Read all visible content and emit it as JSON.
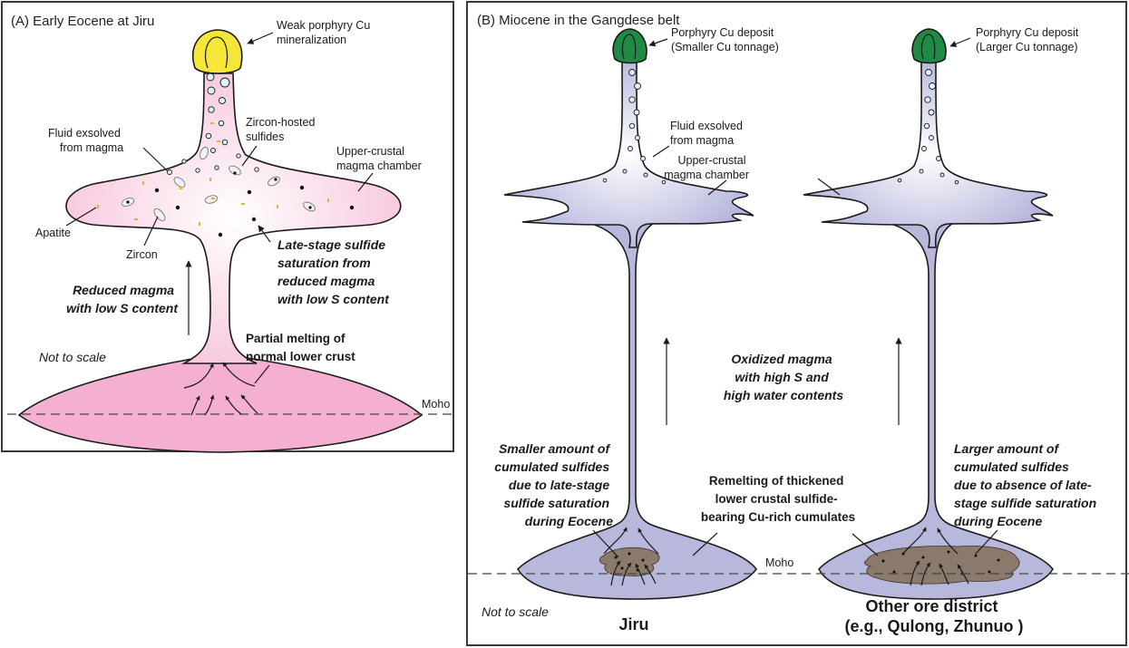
{
  "panel_a": {
    "title": "(A) Early Eocene at Jiru",
    "labels": {
      "mineralization": [
        "Weak porphyry Cu",
        "mineralization"
      ],
      "fluid": [
        "Fluid exsolved",
        "from magma"
      ],
      "zircon_hosted": [
        "Zircon-hosted",
        "sulfides"
      ],
      "chamber": [
        "Upper-crustal",
        "magma chamber"
      ],
      "apatite": "Apatite",
      "zircon": "Zircon",
      "late_stage": [
        "Late-stage sulfide",
        "saturation from",
        "reduced magma",
        "with low S content"
      ],
      "reduced_magma": [
        "Reduced magma",
        "with low S content"
      ],
      "partial_melting": [
        "Partial melting of",
        "normal lower crust"
      ],
      "not_to_scale": "Not to scale",
      "moho": "Moho"
    },
    "colors": {
      "magma": "#f7c3dc",
      "lower_crust": "#f5aed0",
      "deposit": "#f5e637"
    }
  },
  "panel_b": {
    "title": "(B) Miocene in the Gangdese belt",
    "labels": {
      "deposit_left": [
        "Porphyry  Cu  deposit",
        "(Smaller Cu tonnage)"
      ],
      "deposit_right": [
        "Porphyry Cu deposit",
        "(Larger Cu tonnage)"
      ],
      "fluid": [
        "Fluid exsolved",
        "from magma"
      ],
      "chamber": [
        "Upper-crustal",
        "magma chamber"
      ],
      "oxidized": [
        "Oxidized magma",
        "with high S and",
        "high water contents"
      ],
      "smaller_amount": [
        "Smaller amount of",
        "cumulated sulfides",
        "due to late-stage",
        "sulfide saturation",
        "during Eocene"
      ],
      "remelting": [
        "Remelting of thickened",
        "lower crustal sulfide-",
        "bearing Cu-rich cumulates"
      ],
      "larger_amount": [
        "Larger amount of",
        "cumulated sulfides",
        "due to absence of late-",
        "stage sulfide saturation",
        "during Eocene"
      ],
      "moho": "Moho",
      "not_to_scale": "Not to scale",
      "jiru": "Jiru",
      "other": [
        "Other ore district",
        "(e.g., Qulong, Zhunuo )"
      ]
    },
    "colors": {
      "magma": "#b7b6dc",
      "deposit": "#1f8a45",
      "cumulate": "#8a7a6c"
    }
  }
}
